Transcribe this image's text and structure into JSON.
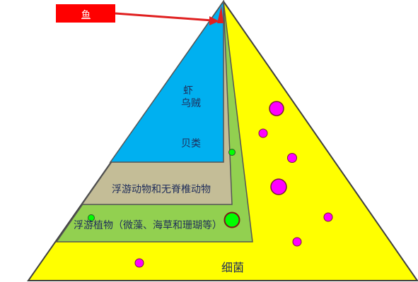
{
  "labels": {
    "fish": "鱼",
    "shrimp": "虾",
    "squid": "乌贼",
    "shellfish": "贝类",
    "zooplankton": "浮游动物和无脊椎动物",
    "phytoplankton": "浮游植物（微藻、海草和珊瑚等）",
    "bacteria": "细菌"
  },
  "colors": {
    "bacteria_layer": "#ffff00",
    "phytoplankton_layer": "#92d050",
    "zooplankton_layer": "#c4bd97",
    "top_layer": "#00b0f0",
    "fish_label_bg": "#ff0000",
    "arrow": "#e02020",
    "magenta_dot": "#ff00ff",
    "green_dot": "#00ff00"
  }
}
